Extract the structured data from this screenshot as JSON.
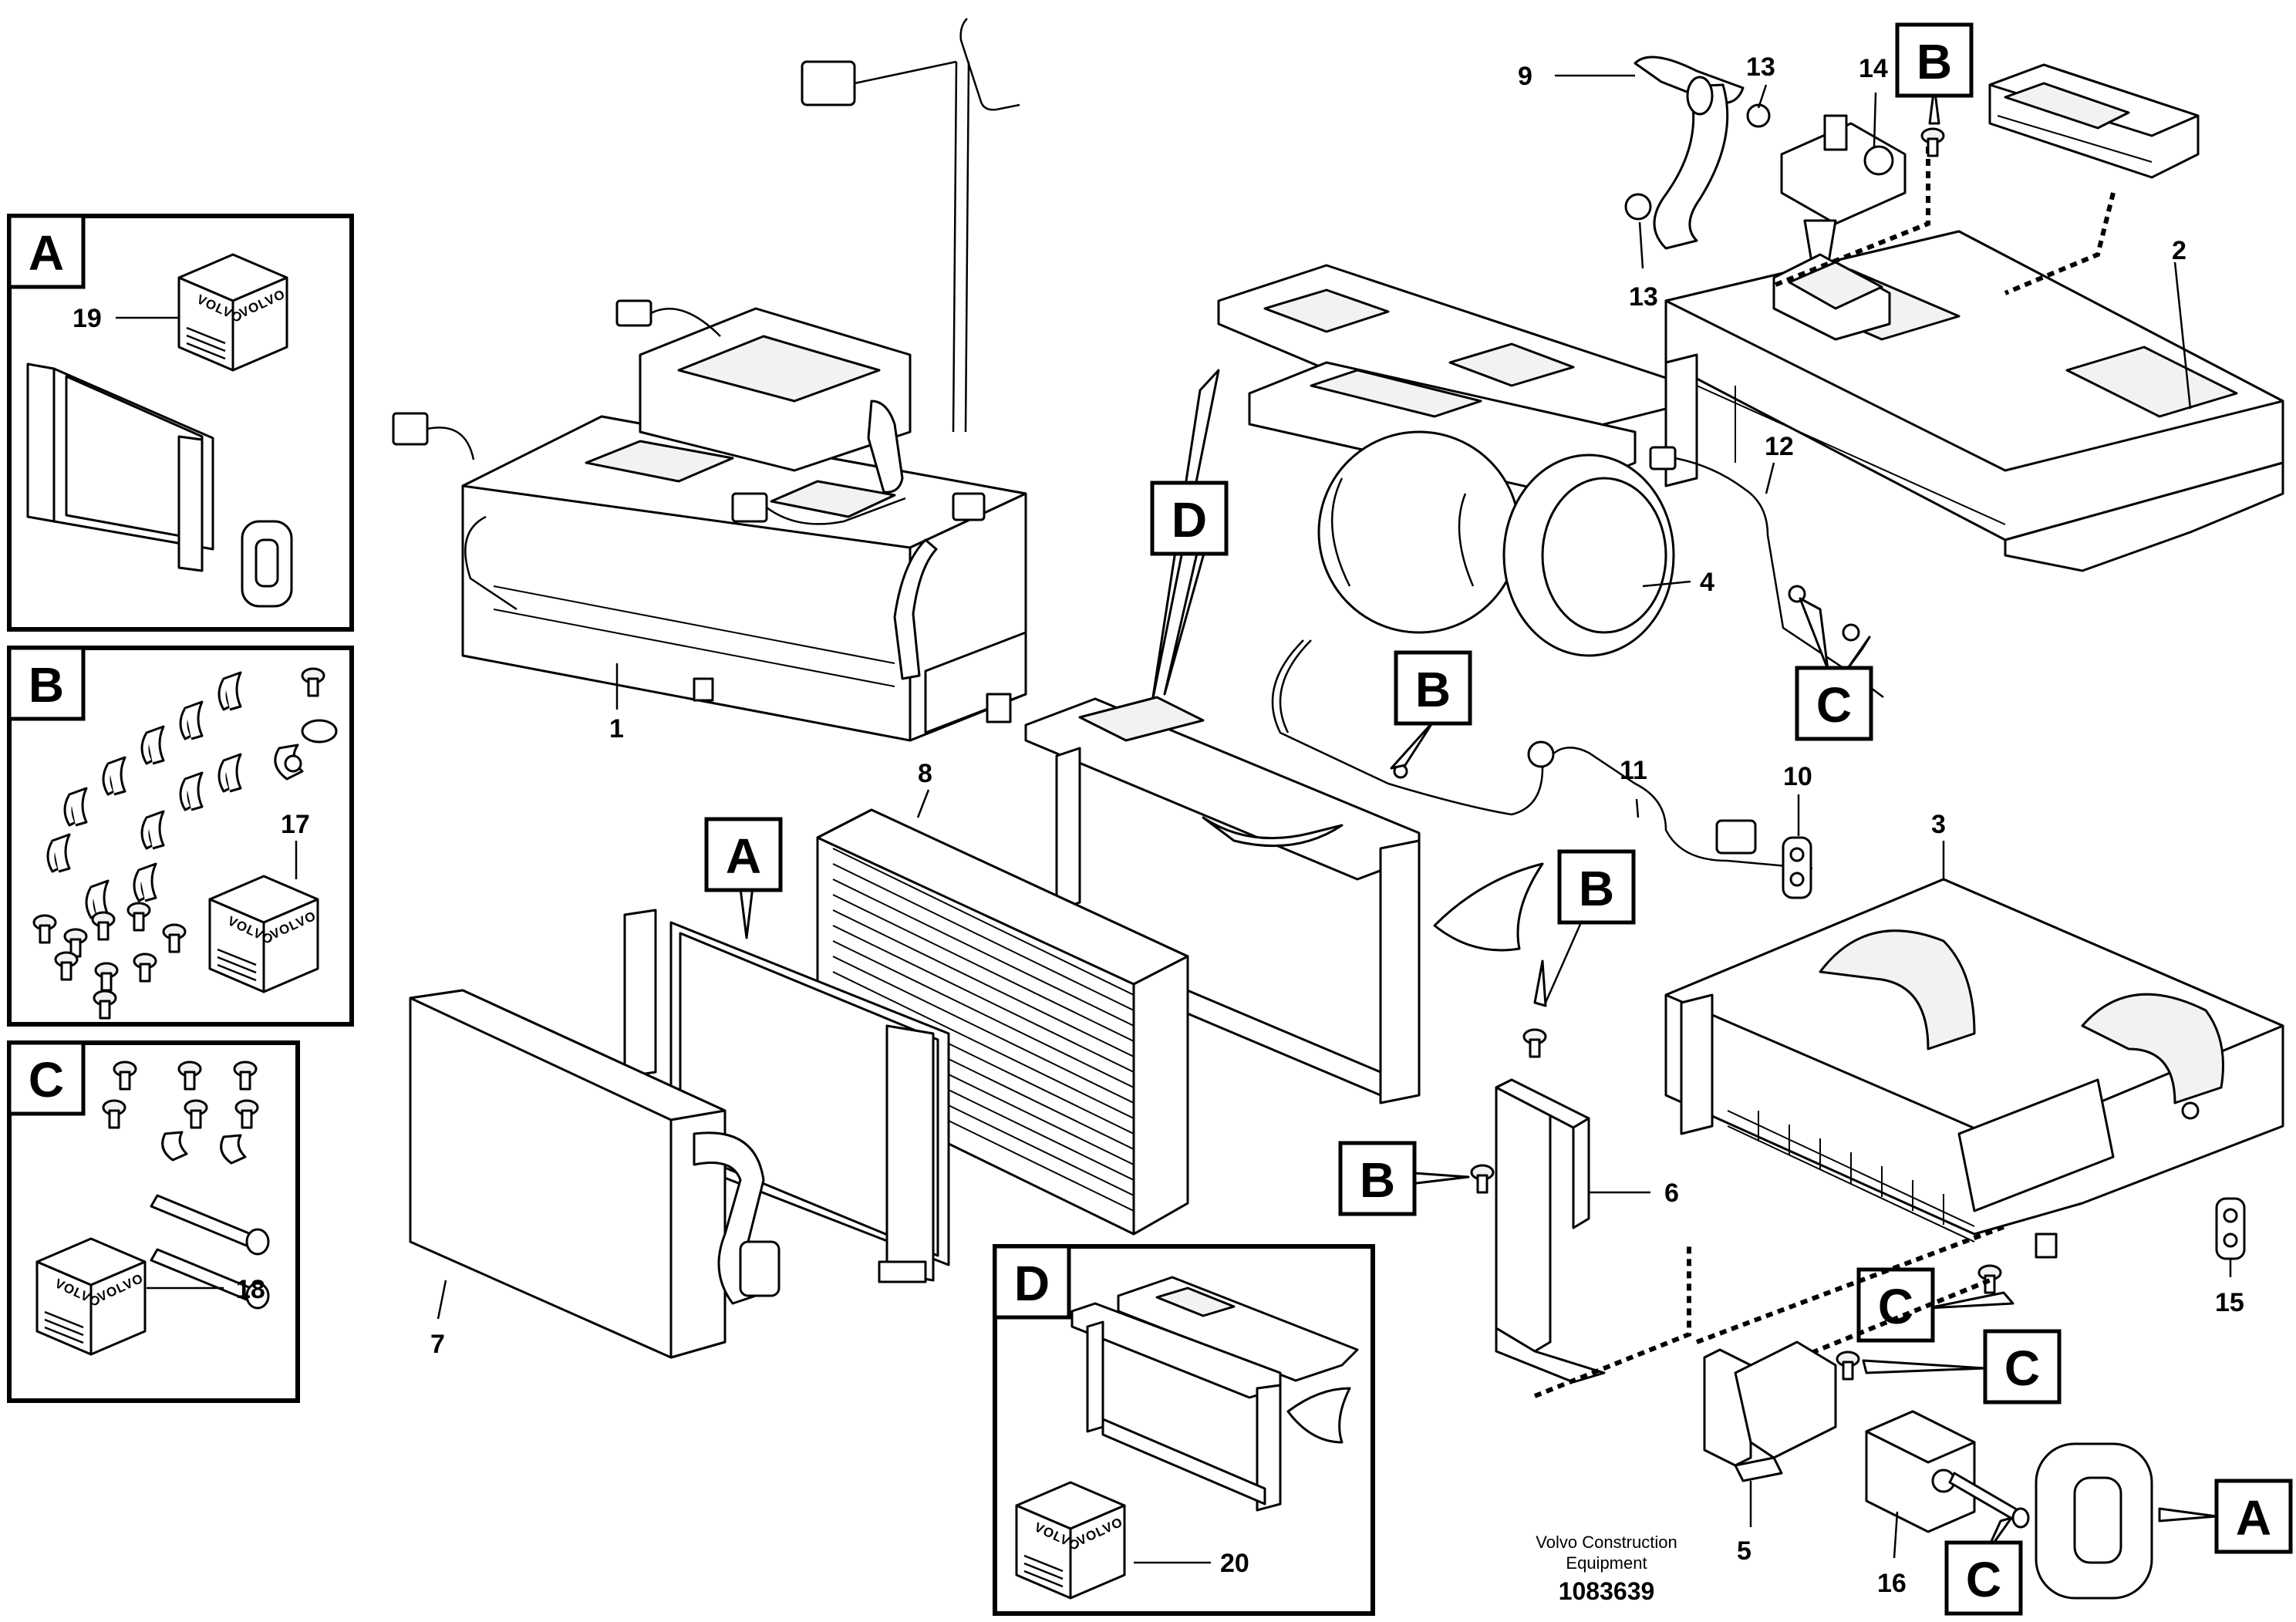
{
  "callouts": {
    "a": "A",
    "b": "B",
    "c": "C",
    "d": "D"
  },
  "parts": {
    "p1": "1",
    "p2": "2",
    "p3": "3",
    "p4": "4",
    "p5": "5",
    "p6": "6",
    "p7": "7",
    "p8": "8",
    "p9": "9",
    "p10": "10",
    "p11": "11",
    "p12": "12",
    "p13": "13",
    "p14": "14",
    "p15": "15",
    "p16": "16",
    "p17": "17",
    "p18": "18",
    "p19": "19",
    "p20": "20"
  },
  "kit_label": "VOLVO",
  "footer": {
    "company_line1": "Volvo Construction",
    "company_line2": "Equipment",
    "doc_number": "1083639"
  }
}
